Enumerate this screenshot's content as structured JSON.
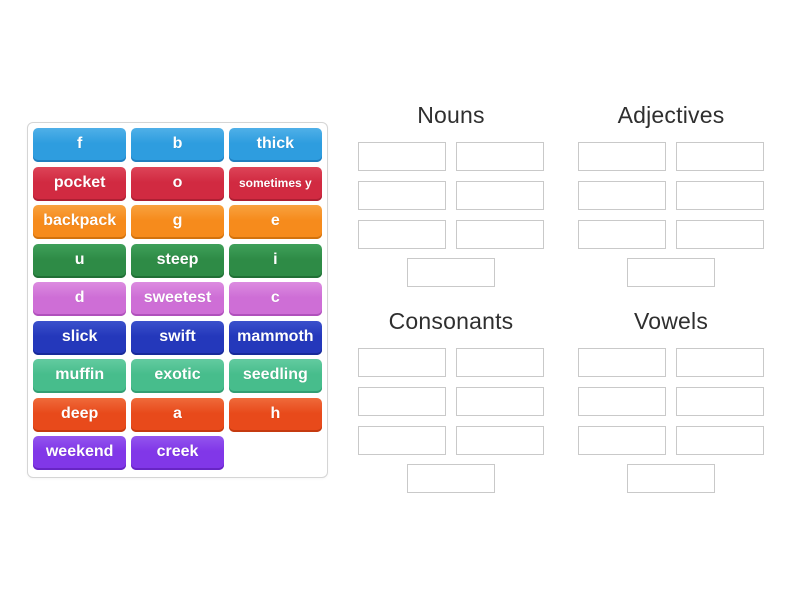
{
  "page": {
    "background_color": "#ffffff",
    "title_text_color": "#2f2f2f"
  },
  "tile_bank": {
    "tiles": [
      {
        "label": "f",
        "color": "blue"
      },
      {
        "label": "b",
        "color": "blue"
      },
      {
        "label": "thick",
        "color": "blue"
      },
      {
        "label": "pocket",
        "color": "crimson"
      },
      {
        "label": "o",
        "color": "crimson"
      },
      {
        "label": "sometimes y",
        "color": "crimson",
        "small": true
      },
      {
        "label": "backpack",
        "color": "orange"
      },
      {
        "label": "g",
        "color": "orange"
      },
      {
        "label": "e",
        "color": "orange"
      },
      {
        "label": "u",
        "color": "green"
      },
      {
        "label": "steep",
        "color": "green"
      },
      {
        "label": "i",
        "color": "green"
      },
      {
        "label": "d",
        "color": "orchid"
      },
      {
        "label": "sweetest",
        "color": "orchid"
      },
      {
        "label": "c",
        "color": "orchid"
      },
      {
        "label": "slick",
        "color": "navy"
      },
      {
        "label": "swift",
        "color": "navy"
      },
      {
        "label": "mammoth",
        "color": "navy"
      },
      {
        "label": "muffin",
        "color": "seagreen"
      },
      {
        "label": "exotic",
        "color": "seagreen"
      },
      {
        "label": "seedling",
        "color": "seagreen"
      },
      {
        "label": "deep",
        "color": "orangered"
      },
      {
        "label": "a",
        "color": "orangered"
      },
      {
        "label": "h",
        "color": "orangered"
      },
      {
        "label": "weekend",
        "color": "purple"
      },
      {
        "label": "creek",
        "color": "purple"
      }
    ],
    "palette": {
      "blue": {
        "light": "#4fb0e8",
        "base": "#2e9ddf",
        "dark": "#1f7fc0"
      },
      "crimson": {
        "light": "#dd4458",
        "base": "#d12a41",
        "dark": "#ad1f33"
      },
      "orange": {
        "light": "#f8a23f",
        "base": "#f68b1c",
        "dark": "#d2720d"
      },
      "green": {
        "light": "#3fa05a",
        "base": "#2e8b46",
        "dark": "#206f35"
      },
      "orchid": {
        "light": "#dc8ce0",
        "base": "#ce6ed6",
        "dark": "#b050bc"
      },
      "navy": {
        "light": "#3b51cc",
        "base": "#2438bb",
        "dark": "#182a99"
      },
      "seagreen": {
        "light": "#63cba0",
        "base": "#47bd8c",
        "dark": "#329e73"
      },
      "orangered": {
        "light": "#ef6a3a",
        "base": "#e84a1b",
        "dark": "#c53a10"
      },
      "purple": {
        "light": "#9355ee",
        "base": "#8137e8",
        "dark": "#6825c5"
      }
    }
  },
  "groups": [
    {
      "id": "nouns",
      "title": "Nouns",
      "grid_slots": 6,
      "center_slots": 1
    },
    {
      "id": "adjectives",
      "title": "Adjectives",
      "grid_slots": 6,
      "center_slots": 1
    },
    {
      "id": "consonants",
      "title": "Consonants",
      "grid_slots": 6,
      "center_slots": 1
    },
    {
      "id": "vowels",
      "title": "Vowels",
      "grid_slots": 6,
      "center_slots": 1
    }
  ]
}
